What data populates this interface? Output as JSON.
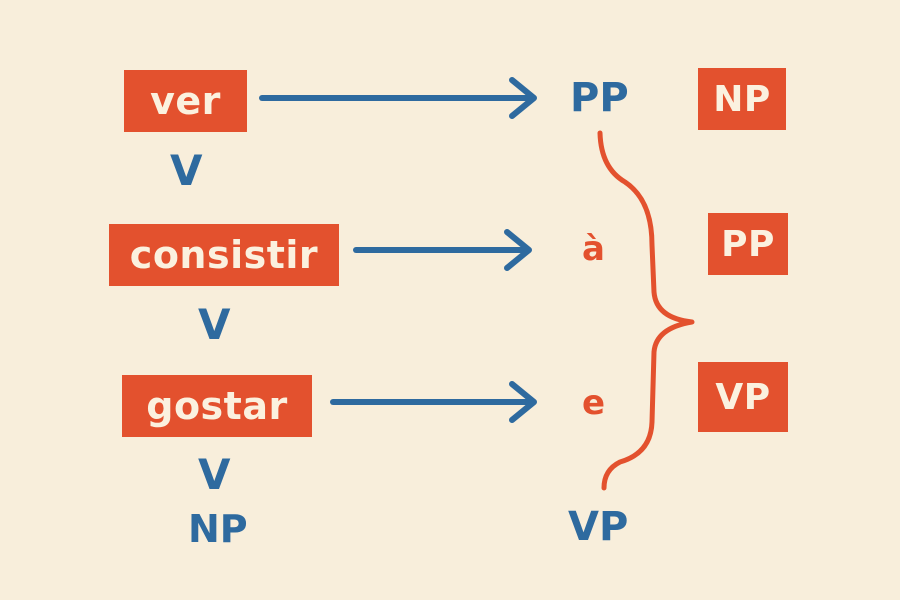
{
  "colors": {
    "background": "#f8eedb",
    "red": "#e3512e",
    "blue": "#2e6a9f",
    "box_text": "#fbf1df"
  },
  "verbs": [
    {
      "text": "ver",
      "pos": "V"
    },
    {
      "text": "consistir",
      "pos": "V"
    },
    {
      "text": "gostar",
      "pos": "V"
    }
  ],
  "extra_left_label": "NP",
  "prepositions": [
    "PP",
    "à",
    "e"
  ],
  "bottom_center_label": "VP",
  "right_boxes": [
    "NP",
    "PP",
    "VP"
  ]
}
